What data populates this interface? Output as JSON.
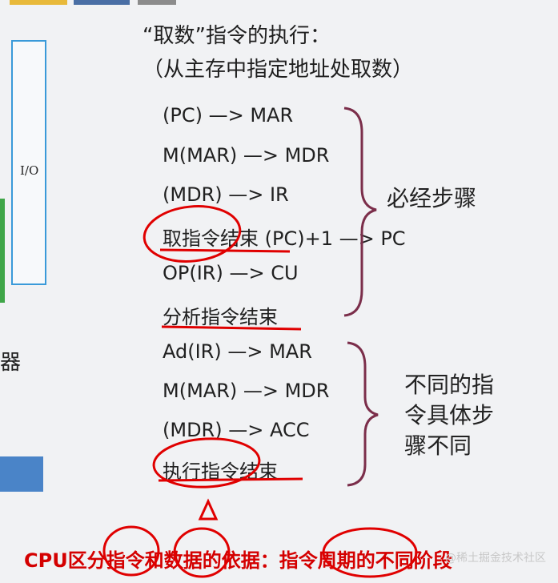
{
  "title_line1": "“取数”指令的执行：",
  "title_line2": "（从主存中指定地址处取数）",
  "steps": [
    "(PC) —> MAR",
    "M(MAR) —> MDR",
    "(MDR) —> IR",
    "取指令结束 (PC)+1 —> PC",
    "OP(IR) —> CU",
    "分析指令结束",
    "Ad(IR) —> MAR",
    "M(MAR) —> MDR",
    "(MDR) —> ACC",
    "执行指令结束"
  ],
  "brace_labels": {
    "required": "必经步骤",
    "different": [
      "不同的指",
      "令具体步",
      "骤不同"
    ]
  },
  "io_label": "I/O",
  "left_partial_text": "器",
  "bottom_text": "CPU区分指令和数据的依据：指令周期的不同阶段",
  "watermark": "@稀土掘金技术社区",
  "colors": {
    "brace": "#7b2e4a",
    "annotation_red": "#e00000",
    "io_border": "#3a9ad9",
    "green": "#3fa648",
    "blue": "#4a84c8"
  }
}
